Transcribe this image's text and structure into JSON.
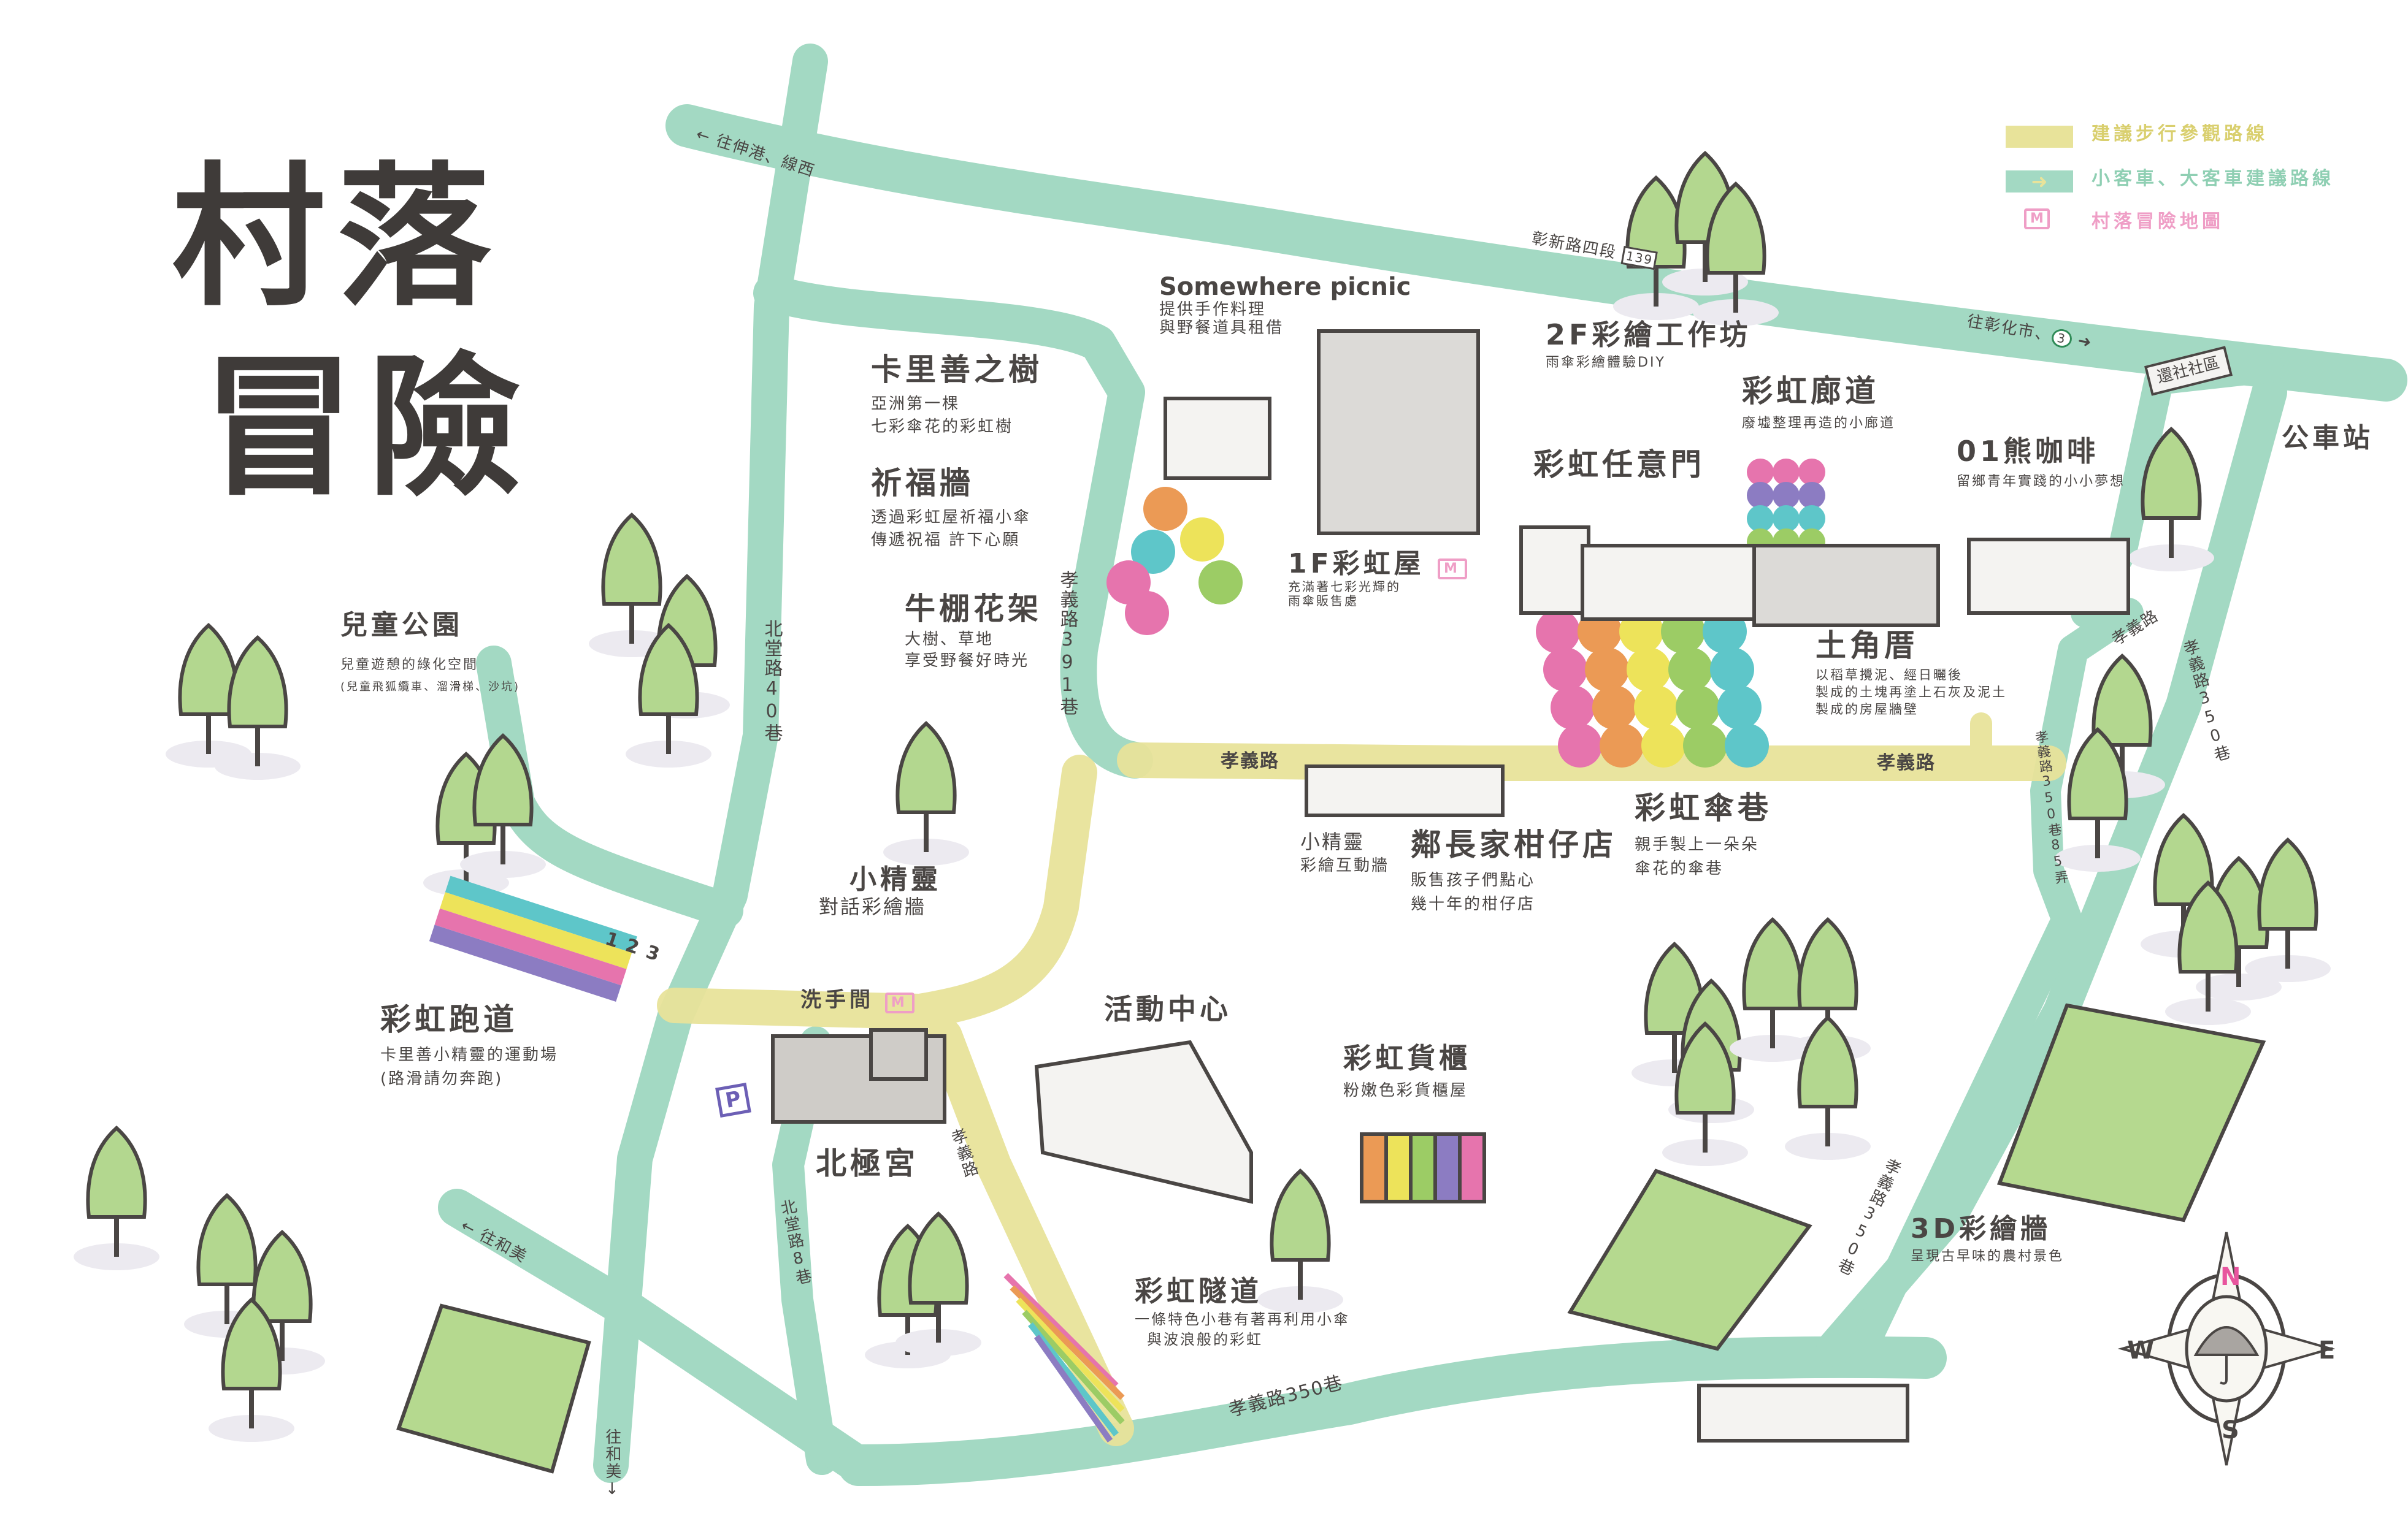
{
  "title": {
    "line1": "村落",
    "line2": "冒險"
  },
  "legend": [
    {
      "label": "建議步行參觀路線",
      "color": "#e8e39a"
    },
    {
      "label": "小客車、大客車建議路線",
      "color": "#a3d9c3",
      "icon": "arrow-right-icon"
    },
    {
      "label": "村落冒險地圖",
      "color": "#ef9ec6",
      "icon": "M",
      "icon_name": "m-stamp-icon"
    }
  ],
  "colors": {
    "car_road": "#a3d9c3",
    "walk_route": "#e8e39a",
    "text": "#4a4644",
    "map_stamp": "#ef9ec6",
    "tree": "#b3d78f",
    "field": "#b5d98f"
  },
  "roads": {
    "to_shengang": "往伸港、線西",
    "zhangxin": "彰新路四段",
    "zhangxin_route": "139",
    "to_changhua": "往彰化市、",
    "to_changhua_route": "3",
    "beitang40": "北堂路40巷",
    "xiaoyi391": "孝義路391巷",
    "xiaoyi_a": "孝義路",
    "xiaoyi_b": "孝義路",
    "xiaoyi_c": "孝義路",
    "xiaoyi_d": "孝義路",
    "beitang8": "北堂路8巷",
    "to_hemei_a": "往和美",
    "to_hemei_b": "往和美",
    "xiaoyi350_bottom": "孝義路350巷",
    "xiaoyi350_a": "孝義路350巷",
    "xiaoyi350_b": "孝義路350巷",
    "xiaoyi350_85": "孝義路350巷85弄"
  },
  "signs": {
    "community": "還社社區",
    "bus_stop": "公車站",
    "parking": "P",
    "track_numbers": [
      "1",
      "2",
      "3"
    ],
    "stamp": "M"
  },
  "places": {
    "picnic": {
      "name": "Somewhere picnic",
      "desc": [
        "提供手作料理",
        "與野餐道具租借"
      ]
    },
    "tree": {
      "name": "卡里善之樹",
      "desc": [
        "亞洲第一棵",
        "七彩傘花的彩虹樹"
      ]
    },
    "wall": {
      "name": "祈福牆",
      "desc": [
        "透過彩虹屋祈福小傘",
        "傳遞祝福 許下心願"
      ]
    },
    "workshop": {
      "name": "2F彩繪工作坊",
      "desc": [
        "雨傘彩繪體驗DIY"
      ]
    },
    "corridor": {
      "name": "彩虹廊道",
      "desc": [
        "廢墟整理再造的小廊道"
      ]
    },
    "door": {
      "name": "彩虹任意門",
      "desc": []
    },
    "cafe": {
      "name": "01熊咖啡",
      "desc": [
        "留鄉青年實踐的小小夢想"
      ]
    },
    "house": {
      "name": "1F彩虹屋",
      "desc": [
        "充滿著七彩光輝的",
        "雨傘販售處"
      ]
    },
    "adobe": {
      "name": "土角厝",
      "desc": [
        "以稻草攪泥、經日曬後",
        "製成的土塊再塗上石灰及泥土",
        "製成的房屋牆壁"
      ]
    },
    "trellis": {
      "name": "牛棚花架",
      "desc": [
        "大樹、草地",
        "享受野餐好時光"
      ]
    },
    "park": {
      "name": "兒童公園",
      "desc": [
        "兒童遊憩的綠化空間",
        "(兒童飛狐纜車、溜滑梯、沙坑)"
      ]
    },
    "elf_wall": {
      "name": "小精靈",
      "desc": [
        "彩繪互動牆"
      ]
    },
    "shop": {
      "name": "鄰長家柑仔店",
      "desc": [
        "販售孩子們點心",
        "幾十年的柑仔店"
      ]
    },
    "umbrella_lane": {
      "name": "彩虹傘巷",
      "desc": [
        "親手製上一朵朵",
        "傘花的傘巷"
      ]
    },
    "elf_talk": {
      "name": "小精靈",
      "desc": [
        "對話彩繪牆"
      ]
    },
    "toilet": {
      "name": "洗手間",
      "desc": []
    },
    "track": {
      "name": "彩虹跑道",
      "desc": [
        "卡里善小精靈的運動場",
        "(路滑請勿奔跑)"
      ]
    },
    "center": {
      "name": "活動中心",
      "desc": []
    },
    "container": {
      "name": "彩虹貨櫃",
      "desc": [
        "粉嫩色彩貨櫃屋"
      ]
    },
    "temple": {
      "name": "北極宮",
      "desc": []
    },
    "tunnel": {
      "name": "彩虹隧道",
      "desc": [
        "一條特色小巷有著再利用小傘",
        "與波浪般的彩虹"
      ]
    },
    "wall3d": {
      "name": "3D彩繪牆",
      "desc": [
        "呈現古早味的農村景色"
      ]
    }
  },
  "compass": {
    "n": "N",
    "s": "S",
    "e": "E",
    "w": "W",
    "n_color": "#e8559e"
  }
}
